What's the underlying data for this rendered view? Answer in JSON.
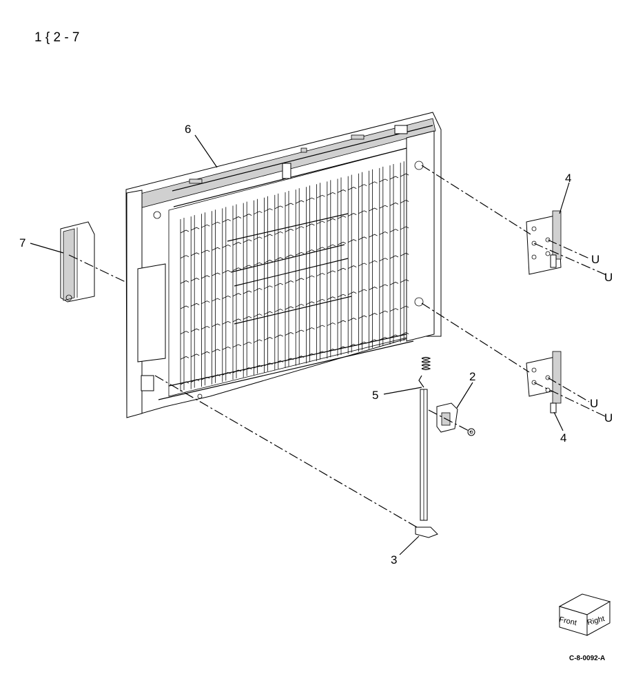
{
  "header": {
    "range": "1 { 2 - 7"
  },
  "callouts": [
    "2",
    "3",
    "4",
    "4",
    "5",
    "6",
    "7"
  ],
  "markers": [
    "U",
    "U",
    "U",
    "U"
  ],
  "orientation": {
    "front": "Front",
    "right": "Right"
  },
  "figure_code": "C-8-0092-A"
}
